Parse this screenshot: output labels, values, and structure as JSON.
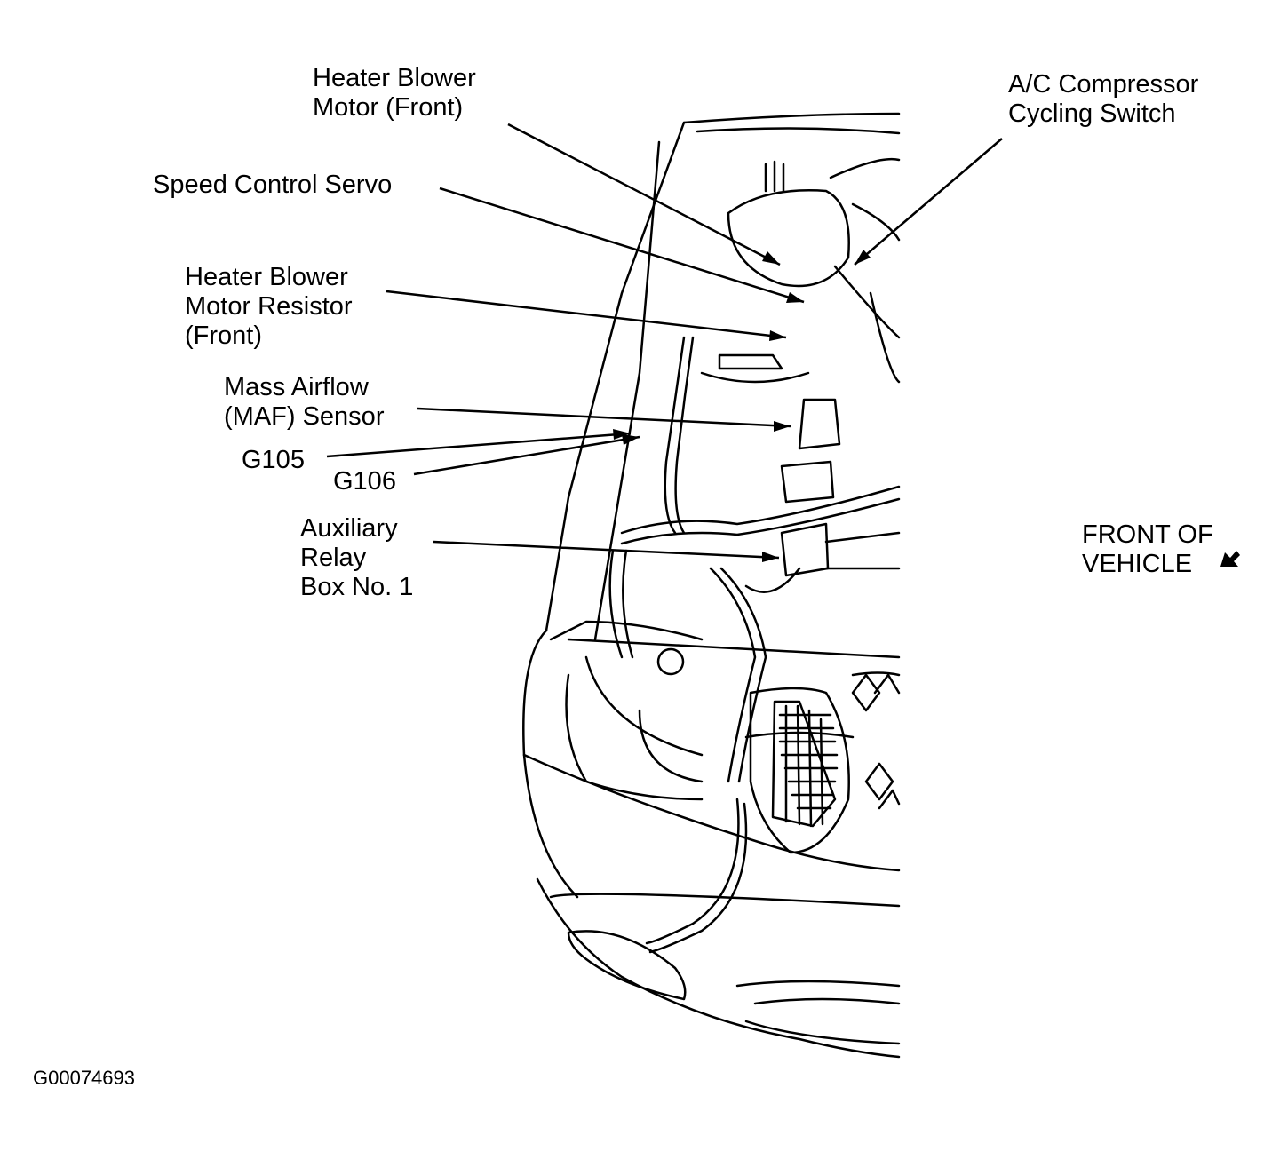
{
  "labels": {
    "heater_blower_motor_front": [
      "Heater Blower",
      "Motor (Front)"
    ],
    "speed_control_servo": [
      "Speed Control Servo"
    ],
    "heater_blower_motor_resistor_front": [
      "Heater Blower",
      "Motor Resistor",
      "(Front)"
    ],
    "maf_sensor": [
      "Mass Airflow",
      "(MAF) Sensor"
    ],
    "g105": "G105",
    "g106": "G106",
    "auxiliary_relay_box": [
      "Auxiliary",
      "Relay",
      "Box No. 1"
    ],
    "ac_compressor_cycling_switch": [
      "A/C Compressor",
      "Cycling Switch"
    ],
    "front_of_vehicle": [
      "FRONT OF",
      "VEHICLE"
    ]
  },
  "figure_code": "G00074693",
  "colors": {
    "ink": "#000000",
    "background": "#ffffff"
  },
  "icons": {
    "front_direction": "arrow-down-left-icon"
  }
}
